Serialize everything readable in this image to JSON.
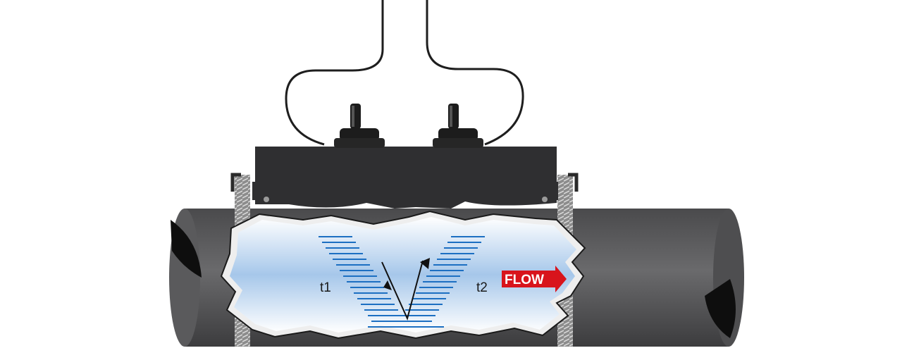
{
  "labels": {
    "upstream_time": "t1",
    "downstream_time": "t2",
    "flow": "FLOW"
  },
  "colors": {
    "pipe": "#5a5a5c",
    "pipe_dark": "#2e2e30",
    "sensor_body": "#2f2f31",
    "wave_lines": "#1c6fc2",
    "flow_arrow": "#d8141c",
    "water_light": "#ffffff",
    "water_blue": "#a8c9ea"
  }
}
